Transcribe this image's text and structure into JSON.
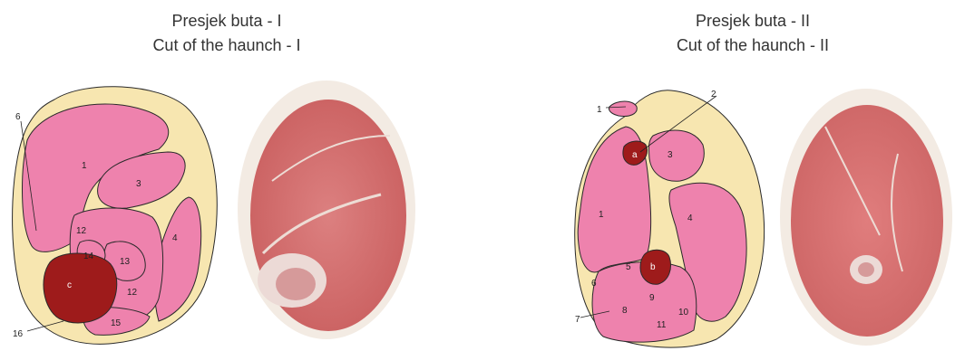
{
  "panel1": {
    "title_hr": "Presjek buta - I",
    "title_en": "Cut of the haunch - I",
    "labels": {
      "l1": "1",
      "l3": "3",
      "l4": "4",
      "l6": "6",
      "l12a": "12",
      "l12b": "12",
      "l13": "13",
      "l14": "14",
      "l15": "15",
      "l16": "16",
      "lc": "c"
    }
  },
  "panel2": {
    "title_hr": "Presjek buta - II",
    "title_en": "Cut of the haunch - II",
    "labels": {
      "l1": "1",
      "l1b": "1",
      "l2": "2",
      "l3": "3",
      "l4": "4",
      "l5": "5",
      "l6": "6",
      "l7": "7",
      "l8": "8",
      "l9": "9",
      "l10": "10",
      "l11": "11",
      "la": "a",
      "lb": "b"
    }
  },
  "colors": {
    "fat": "#f7e6b0",
    "muscle": "#ee82ad",
    "bone_marrow": "#9e1b1b",
    "meat_light": "#e8bfb8",
    "meat": "#d26a6a",
    "fat_rim": "#f3ebe3"
  }
}
